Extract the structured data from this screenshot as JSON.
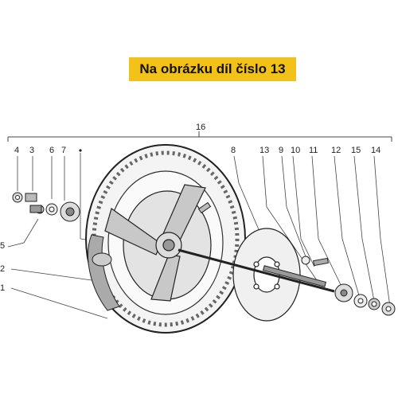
{
  "banner": {
    "text": "Na obrázku díl číslo 13",
    "color": "#f3c21a"
  },
  "callouts": {
    "assembly": "16",
    "c1": "1",
    "c2": "2",
    "c3": "3",
    "c4": "4",
    "c5": "5",
    "c6": "6",
    "c7": "7",
    "c8": "8",
    "c9": "9",
    "c10": "10",
    "c11": "11",
    "c12": "12",
    "c13": "13",
    "c14": "14",
    "c15": "15"
  }
}
